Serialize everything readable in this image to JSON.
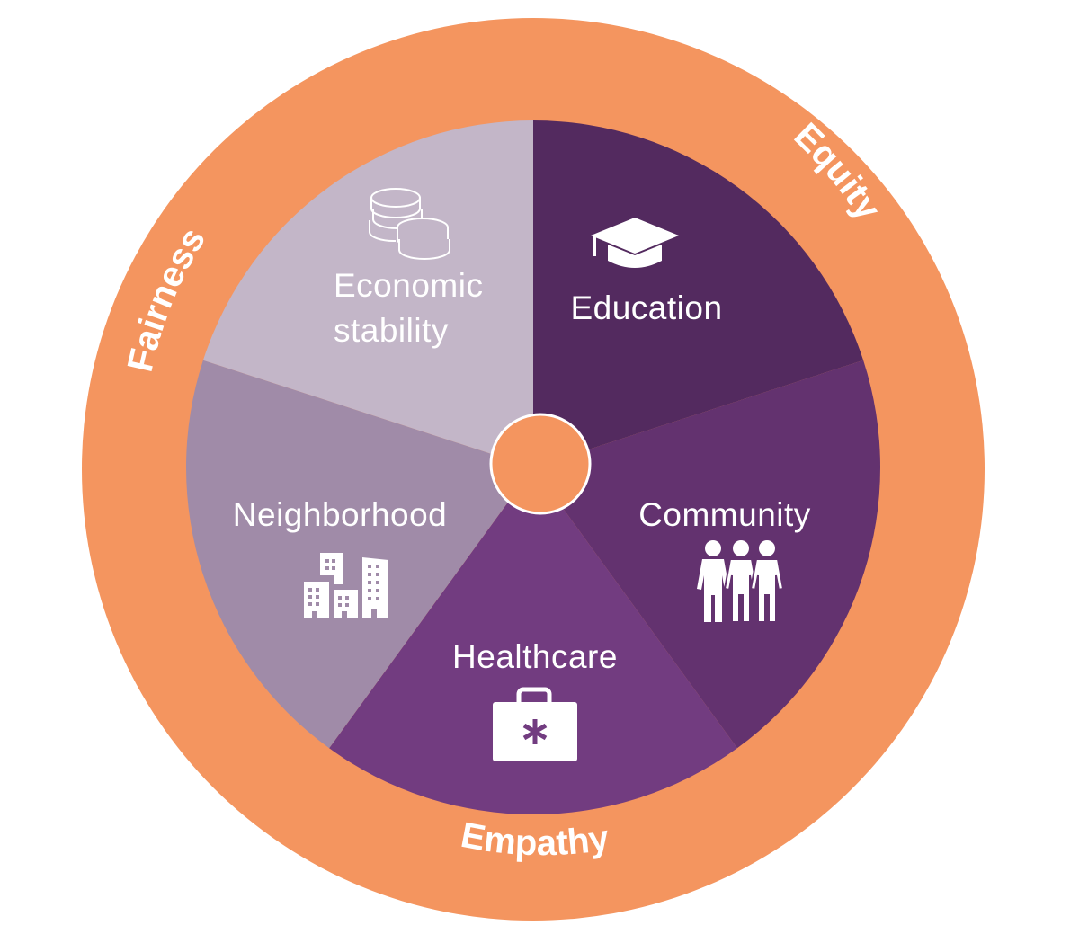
{
  "diagram": {
    "type": "wheel",
    "colors": {
      "ring": "#F4955F",
      "center_hub": "#F4955F",
      "hub_border": "#FFFFFF",
      "education": "#532A5F",
      "community": "#63326F",
      "healthcare": "#723C80",
      "neighborhood": "#A08BA8",
      "economic_stability": "#C3B6C8"
    },
    "ring_labels": {
      "top_right": "Equity",
      "left": "Fairness",
      "bottom": "Empathy"
    },
    "segments": [
      {
        "id": "education",
        "label_line1": "Education",
        "label_line2": "",
        "icon": "graduation-cap-icon"
      },
      {
        "id": "community",
        "label_line1": "Community",
        "label_line2": "",
        "icon": "people-group-icon"
      },
      {
        "id": "healthcare",
        "label_line1": "Healthcare",
        "label_line2": "",
        "icon": "medical-kit-icon"
      },
      {
        "id": "neighborhood",
        "label_line1": "Neighborhood",
        "label_line2": "",
        "icon": "buildings-icon"
      },
      {
        "id": "economic_stability",
        "label_line1": "Economic",
        "label_line2": "stability",
        "icon": "coins-icon"
      }
    ]
  }
}
